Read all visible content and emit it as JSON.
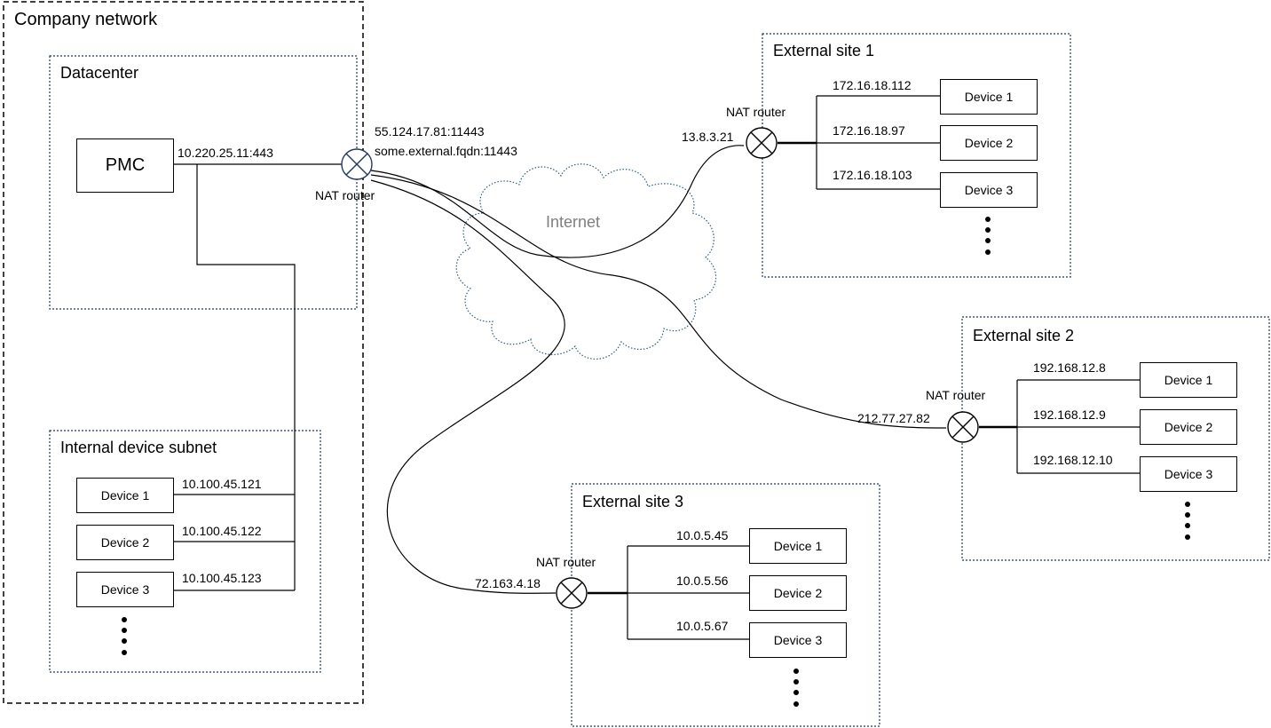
{
  "company": {
    "title": "Company network",
    "datacenter": {
      "title": "Datacenter",
      "pmc": {
        "label": "PMC",
        "address": "10.220.25.11:443"
      },
      "router": {
        "label": "NAT router",
        "public_address": "55.124.17.81:11443",
        "public_fqdn": "some.external.fqdn:11443"
      }
    },
    "internal_subnet": {
      "title": "Internal device subnet",
      "devices": [
        {
          "label": "Device 1",
          "ip": "10.100.45.121"
        },
        {
          "label": "Device 2",
          "ip": "10.100.45.122"
        },
        {
          "label": "Device 3",
          "ip": "10.100.45.123"
        }
      ]
    }
  },
  "internet": {
    "label": "Internet"
  },
  "sites": [
    {
      "title": "External site 1",
      "router": {
        "label": "NAT router",
        "public_ip": "13.8.3.21"
      },
      "devices": [
        {
          "label": "Device 1",
          "ip": "172.16.18.112"
        },
        {
          "label": "Device 2",
          "ip": "172.16.18.97"
        },
        {
          "label": "Device 3",
          "ip": "172.16.18.103"
        }
      ]
    },
    {
      "title": "External site 2",
      "router": {
        "label": "NAT router",
        "public_ip": "212.77.27.82"
      },
      "devices": [
        {
          "label": "Device 1",
          "ip": "192.168.12.8"
        },
        {
          "label": "Device 2",
          "ip": "192.168.12.9"
        },
        {
          "label": "Device 3",
          "ip": "192.168.12.10"
        }
      ]
    },
    {
      "title": "External site 3",
      "router": {
        "label": "NAT router",
        "public_ip": "72.163.4.18"
      },
      "devices": [
        {
          "label": "Device 1",
          "ip": "10.0.5.45"
        },
        {
          "label": "Device 2",
          "ip": "10.0.5.56"
        },
        {
          "label": "Device 3",
          "ip": "10.0.5.67"
        }
      ]
    }
  ],
  "colors": {
    "line": "#000000",
    "zone_border": "#1f3864",
    "cloud_outline": "#2e5c8a",
    "cloud_label": "#7f7f7f"
  }
}
